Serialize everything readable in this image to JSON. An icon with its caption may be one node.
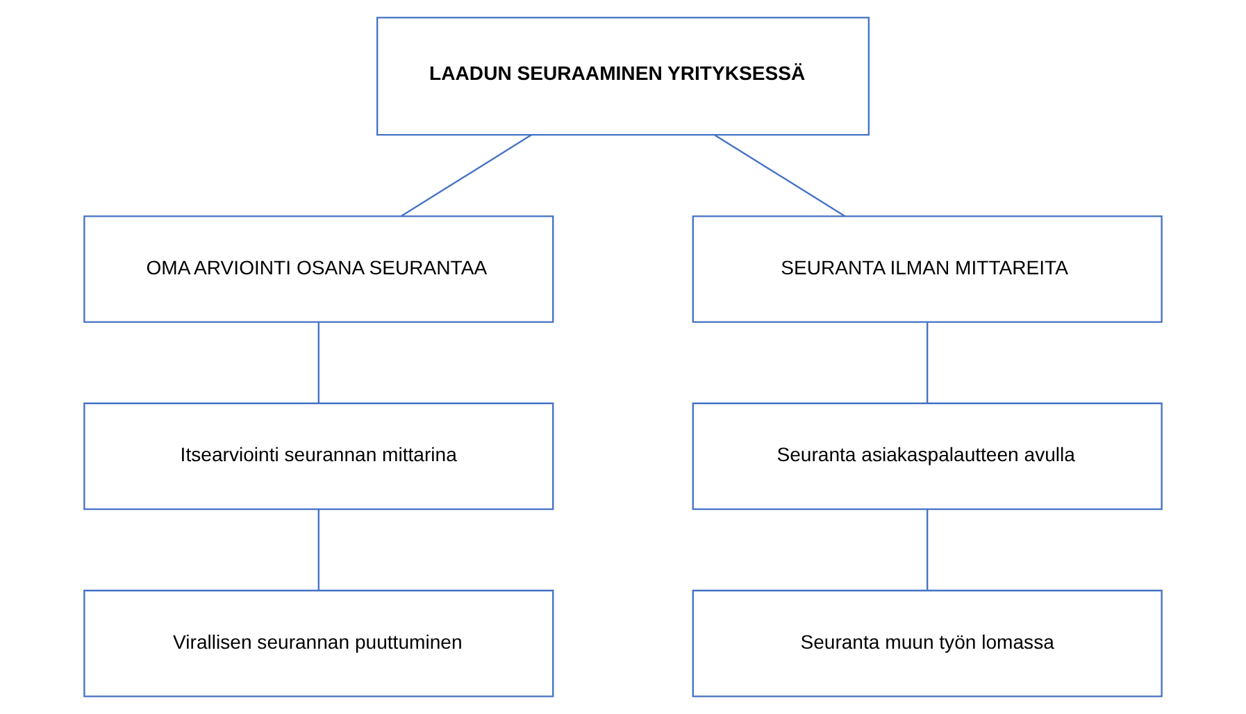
{
  "diagram": {
    "nodes": [
      {
        "text": [
          "LAADUN SEURAAMINEN YRITYKSESSÄ"
        ]
      },
      {
        "text": [
          "OMA ARVIOINTI OSANA SEURANTAA"
        ]
      },
      {
        "text": [
          "SEURANTA ILMAN MITTAREITA"
        ]
      },
      {
        "text": [
          "Itsearviointi seurannan mittarina"
        ]
      },
      {
        "text": [
          "Seuranta asiakaspalautteen avulla"
        ]
      },
      {
        "text": [
          "Virallisen seurannan puuttuminen"
        ]
      },
      {
        "text": [
          "Seuranta muun työn lomassa"
        ]
      }
    ],
    "edges": [
      {
        "from": 0,
        "to": 1,
        "arrow": "none"
      },
      {
        "from": 0,
        "to": 2,
        "arrow": "none"
      },
      {
        "from": 1,
        "to": 3,
        "arrow": "none"
      },
      {
        "from": 2,
        "to": 4,
        "arrow": "none"
      },
      {
        "from": 3,
        "to": 5,
        "arrow": "none"
      },
      {
        "from": 4,
        "to": 6,
        "arrow": "none"
      }
    ]
  }
}
